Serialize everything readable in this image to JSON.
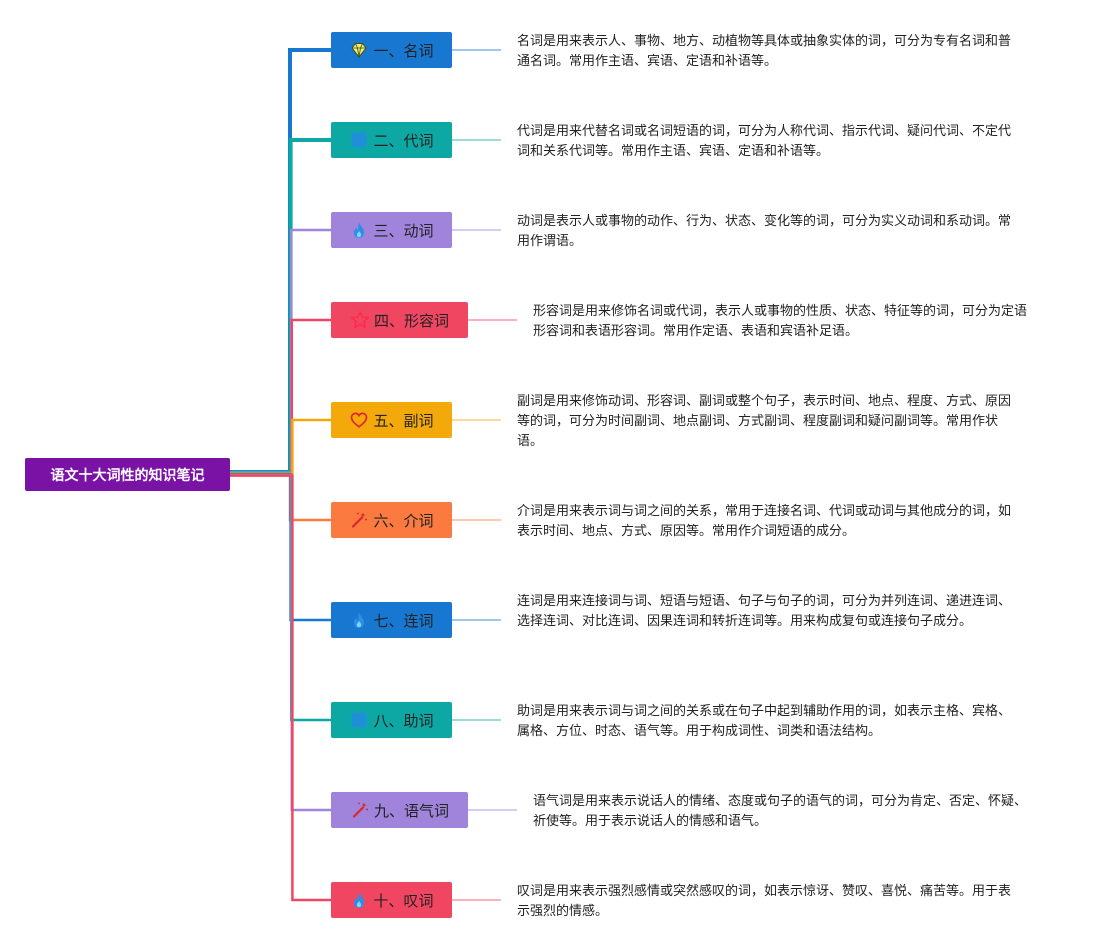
{
  "root": {
    "label": "语文十大词性的知识笔记",
    "color": "#7a12a6"
  },
  "branches": [
    {
      "label": "一、名词",
      "icon": "diamond-icon",
      "color": "#1777d1",
      "note": "名词是用来表示人、事物、地方、动植物等具体或抽象实体的词，可分为专有名词和普通名词。常用作主语、宾语、定语和补语等。"
    },
    {
      "label": "二、代词",
      "icon": "square-icon",
      "color": "#0da8a4",
      "note": "代词是用来代替名词或名词短语的词，可分为人称代词、指示代词、疑问代词、不定代词和关系代词等。常用作主语、宾语、定语和补语等。"
    },
    {
      "label": "三、动词",
      "icon": "flame-icon",
      "color": "#a084dc",
      "note": "动词是表示人或事物的动作、行为、状态、变化等的词，可分为实义动词和系动词。常用作谓语。"
    },
    {
      "label": "四、形容词",
      "icon": "star-icon",
      "color": "#f04662",
      "note": "形容词是用来修饰名词或代词，表示人或事物的性质、状态、特征等的词，可分为定语形容词和表语形容词。常用作定语、表语和宾语补足语。"
    },
    {
      "label": "五、副词",
      "icon": "heart-icon",
      "color": "#f4a90a",
      "note": "副词是用来修饰动词、形容词、副词或整个句子，表示时间、地点、程度、方式、原因等的词，可分为时间副词、地点副词、方式副词、程度副词和疑问副词等。常用作状语。"
    },
    {
      "label": "六、介词",
      "icon": "magic-wand-icon",
      "color": "#fb7a40",
      "note": "介词是用来表示词与词之间的关系，常用于连接名词、代词或动词与其他成分的词，如表示时间、地点、方式、原因等。常用作介词短语的成分。"
    },
    {
      "label": "七、连词",
      "icon": "flame-icon",
      "color": "#1777d1",
      "note": "连词是用来连接词与词、短语与短语、句子与句子的词，可分为并列连词、递进连词、选择连词、对比连词、因果连词和转折连词等。用来构成复句或连接句子成分。"
    },
    {
      "label": "八、助词",
      "icon": "square-icon",
      "color": "#0da8a4",
      "note": "助词是用来表示词与词之间的关系或在句子中起到辅助作用的词，如表示主格、宾格、属格、方位、时态、语气等。用于构成词性、词类和语法结构。"
    },
    {
      "label": "九、语气词",
      "icon": "magic-wand-icon",
      "color": "#a084dc",
      "note": "语气词是用来表示说话人的情绪、态度或句子的语气的词，可分为肯定、否定、怀疑、祈使等。用于表示说话人的情感和语气。"
    },
    {
      "label": "十、叹词",
      "icon": "flame-icon",
      "color": "#f04662",
      "note": "叹词是用来表示强烈感情或突然感叹的词，如表示惊讶、赞叹、喜悦、痛苦等。用于表示强烈的情感。"
    }
  ]
}
